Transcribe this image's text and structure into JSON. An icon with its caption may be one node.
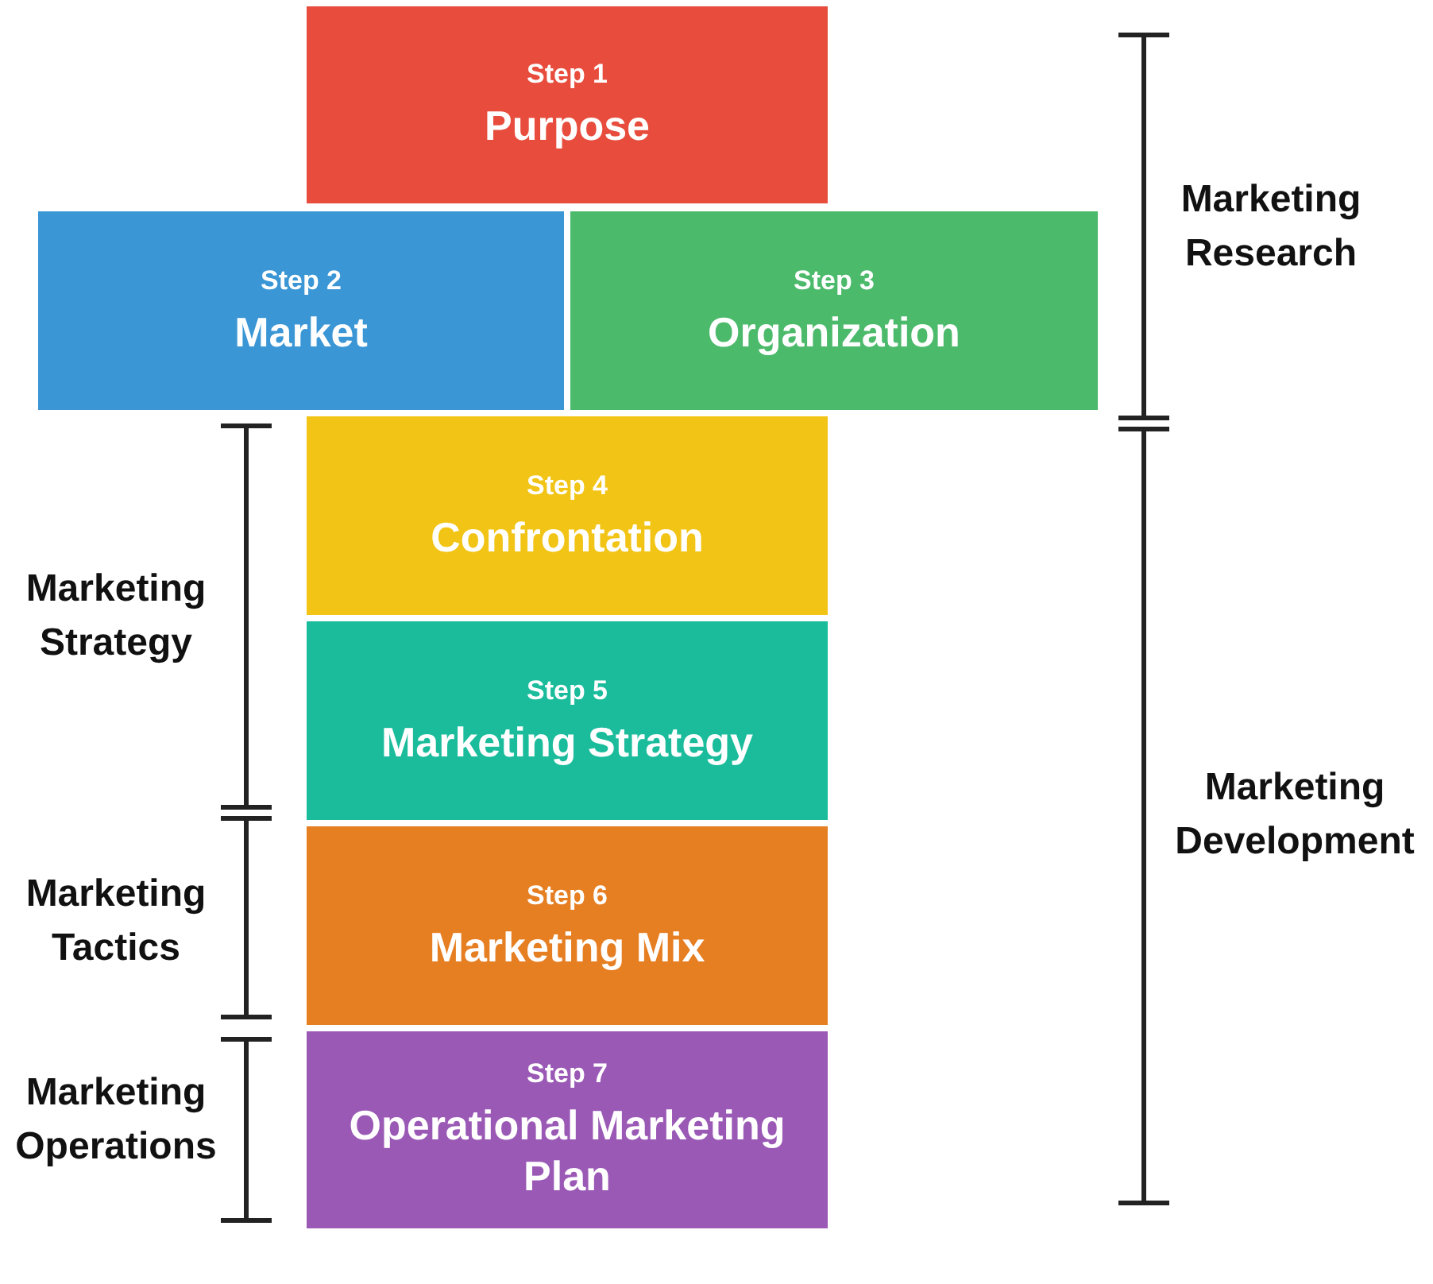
{
  "diagram": {
    "nodes": [
      {
        "text": [
          "Step 1",
          "Purpose"
        ]
      },
      {
        "text": [
          "Step 2",
          "Market"
        ]
      },
      {
        "text": [
          "Step 3",
          "Organization"
        ]
      },
      {
        "text": [
          "Step 4",
          "Confrontation"
        ]
      },
      {
        "text": [
          "Step 5",
          "Marketing Strategy"
        ]
      },
      {
        "text": [
          "Step 6",
          "Marketing Mix"
        ]
      },
      {
        "text": [
          "Step 7",
          "Operational Marketing Plan"
        ]
      }
    ],
    "labels": [
      "Marketing Research",
      "Marketing Strategy",
      "Marketing Development",
      "Marketing Tactics",
      "Marketing Operations"
    ]
  }
}
